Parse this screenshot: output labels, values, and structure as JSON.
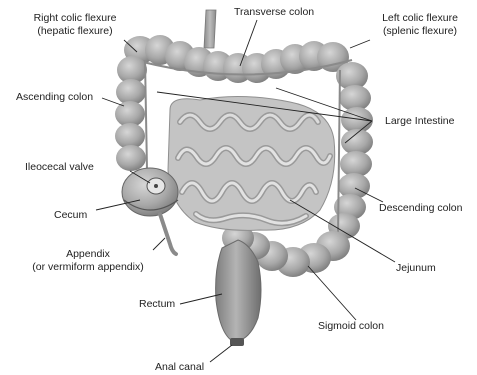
{
  "diagram": {
    "labels": {
      "right_colic_flexure": "Right colic flexure",
      "hepatic_flexure": "(hepatic flexure)",
      "transverse_colon": "Transverse colon",
      "left_colic_flexure": "Left colic flexure",
      "splenic_flexure": "(splenic flexure)",
      "ascending_colon": "Ascending colon",
      "large_intestine": "Large Intestine",
      "ileocecal_valve": "Ileocecal valve",
      "cecum": "Cecum",
      "descending_colon": "Descending colon",
      "appendix": "Appendix",
      "vermiform_appendix": "(or vermiform appendix)",
      "jejunum": "Jejunum",
      "rectum": "Rectum",
      "sigmoid_colon": "Sigmoid colon",
      "anal_canal": "Anal canal"
    },
    "colors": {
      "background": "#ffffff",
      "organ_fill": "#a9a9a9",
      "organ_light": "#d4d4d4",
      "organ_dark": "#6f6f6f",
      "leader_line": "#222222",
      "label_text": "#222222"
    }
  }
}
